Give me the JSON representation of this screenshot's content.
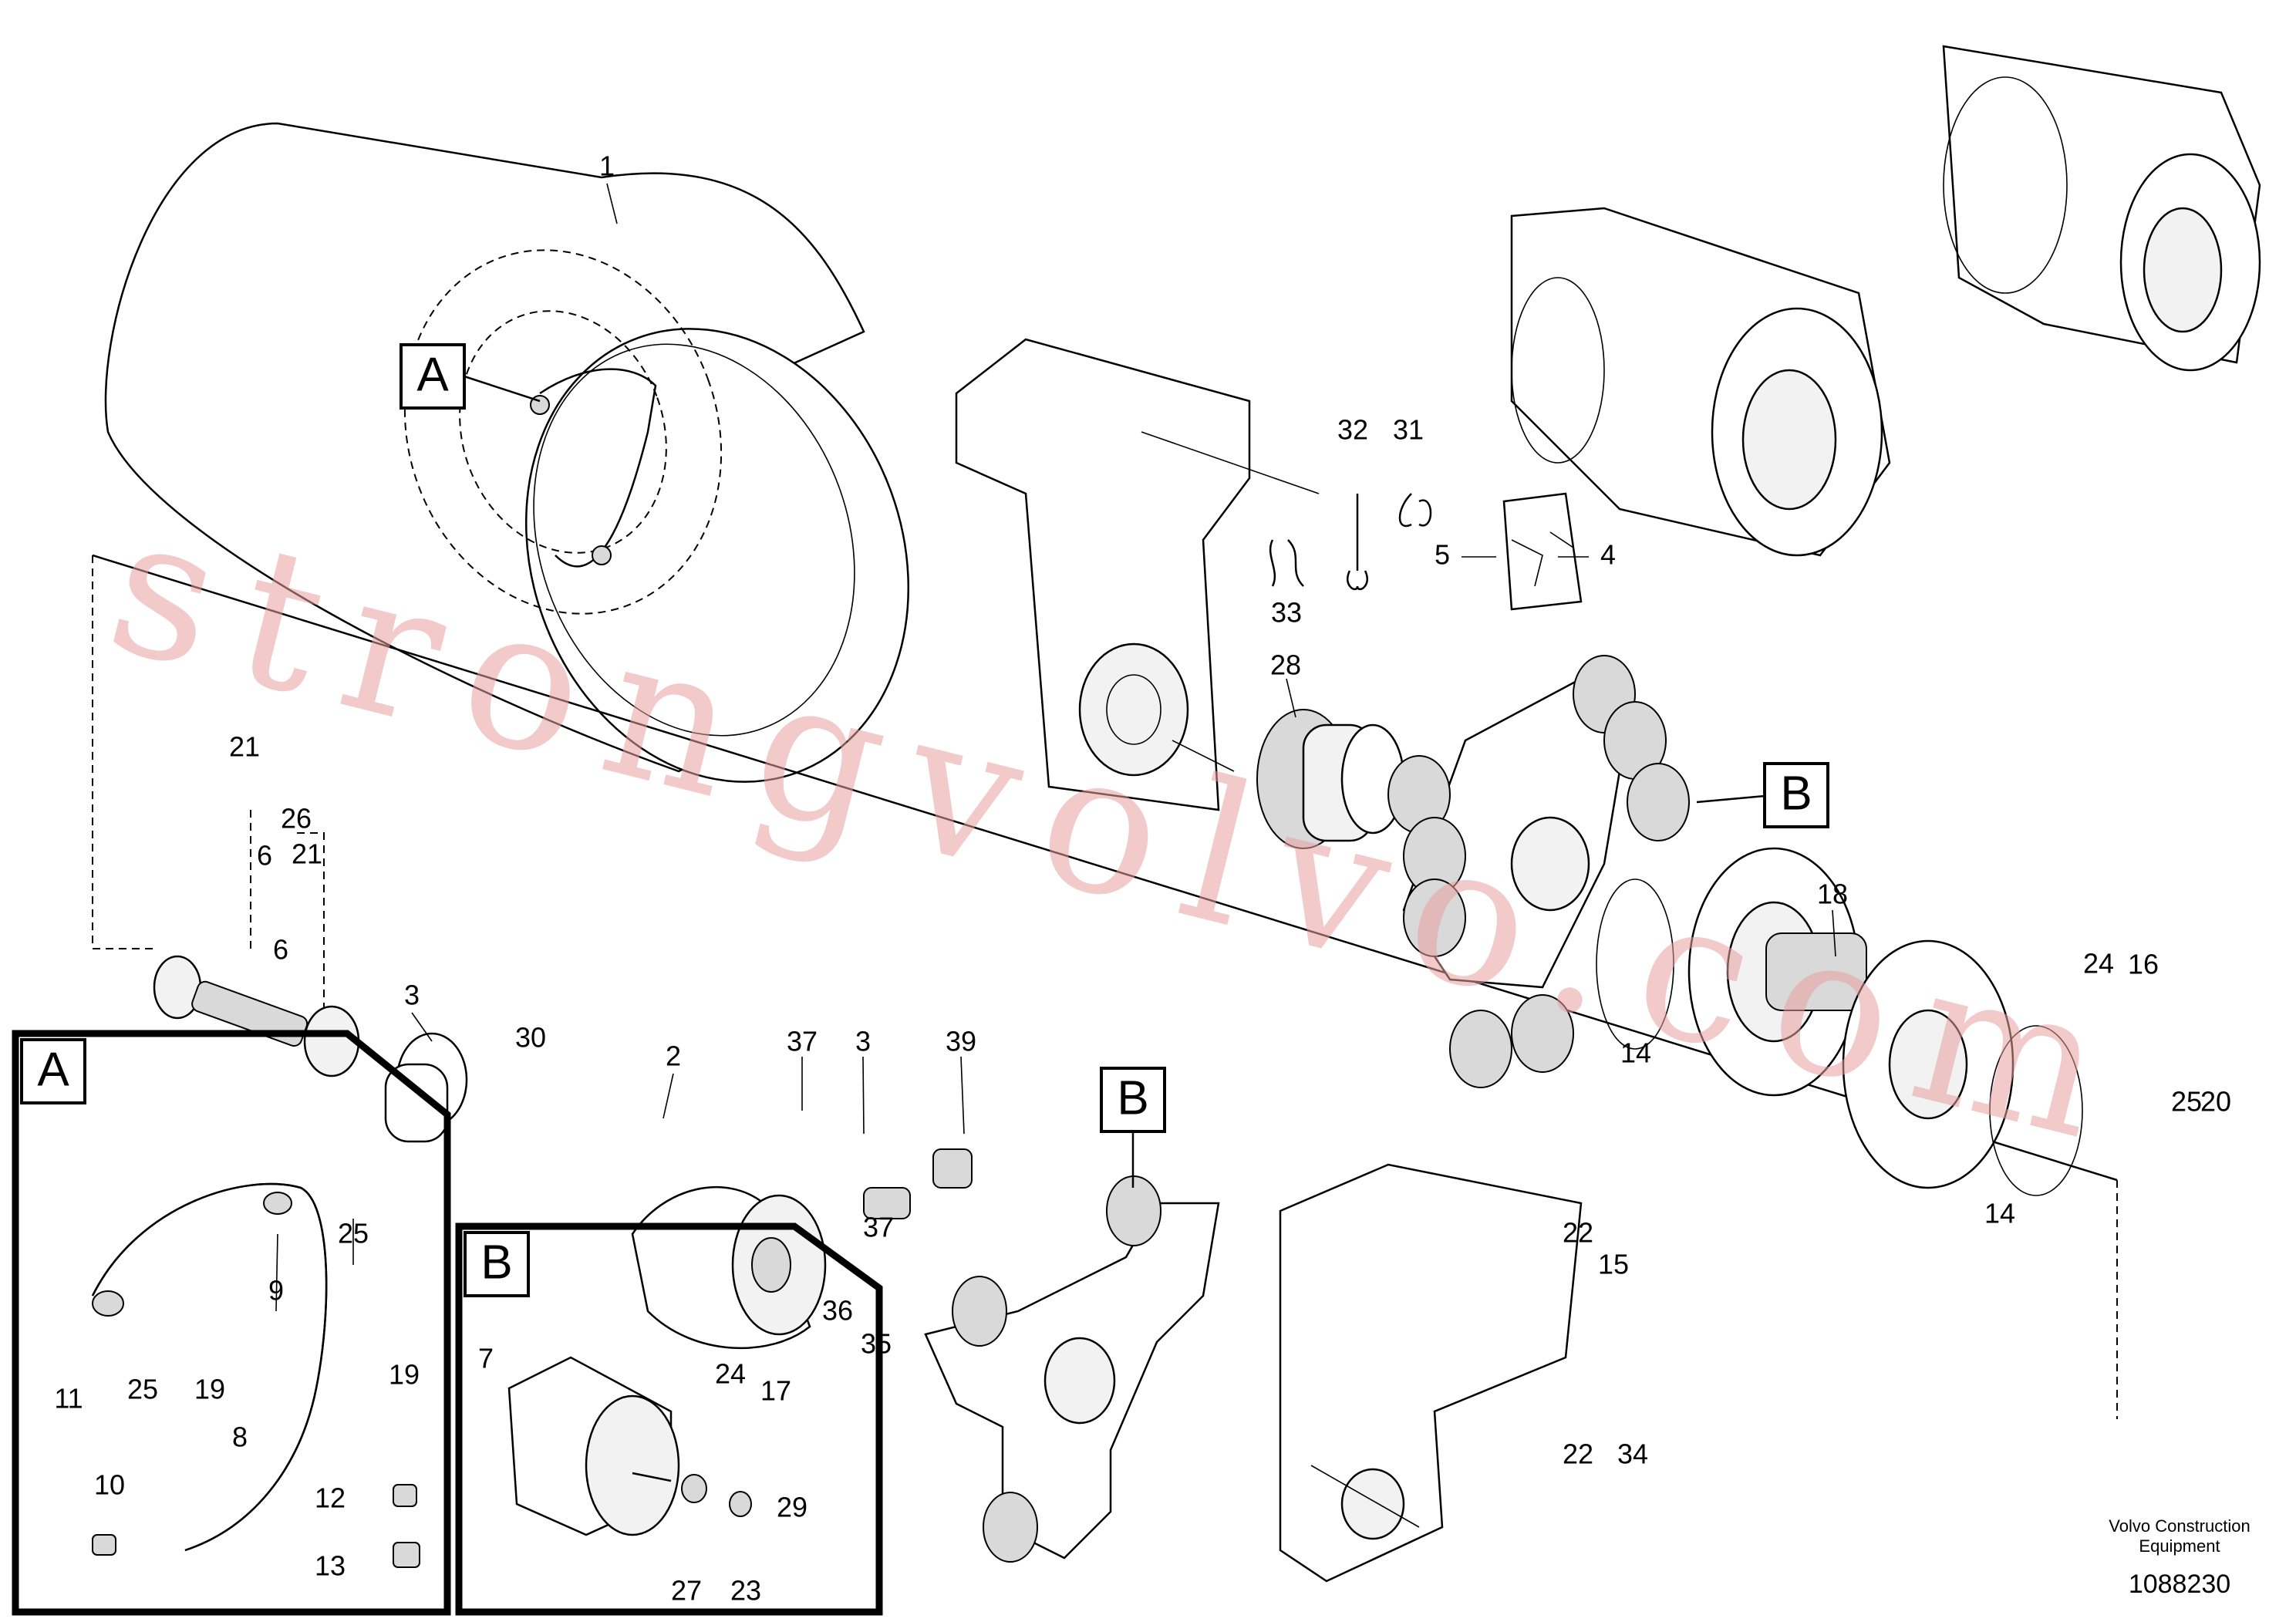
{
  "diagram": {
    "callouts": [
      "1",
      "2",
      "3",
      "4",
      "5",
      "6",
      "6",
      "7",
      "8",
      "9",
      "10",
      "11",
      "12",
      "13",
      "14",
      "14",
      "15",
      "16",
      "17",
      "18",
      "19",
      "19",
      "20",
      "21",
      "21",
      "22",
      "22",
      "23",
      "24",
      "24",
      "25",
      "25",
      "25",
      "26",
      "27",
      "28",
      "29",
      "30",
      "31",
      "32",
      "33",
      "34",
      "35",
      "36",
      "37",
      "37",
      "3",
      "39"
    ],
    "boxes": {
      "a_main": "A",
      "a_detail": "A",
      "b_main": "B",
      "b_mid": "B",
      "b_detail": "B"
    },
    "watermark": "strongvolvo.com",
    "publisher_line1": "Volvo Construction",
    "publisher_line2": "Equipment",
    "doc_number": "1088230"
  }
}
